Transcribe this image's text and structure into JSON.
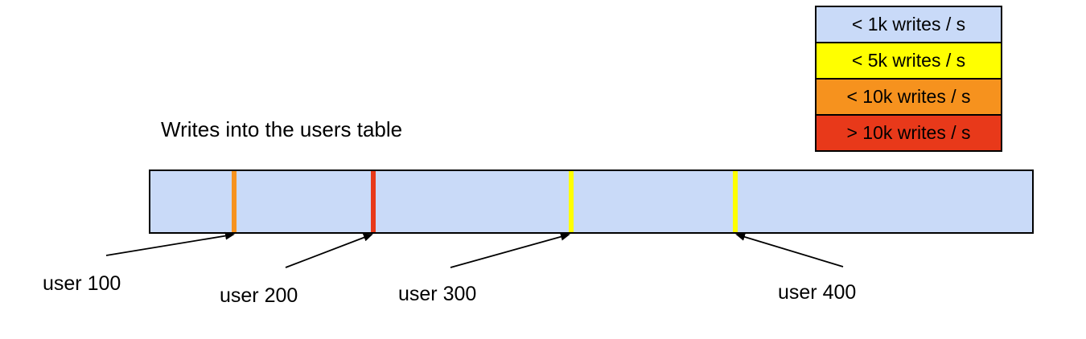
{
  "title": "Writes into the users table",
  "legend": {
    "items": [
      {
        "label": "< 1k writes / s",
        "color": "#C9DAF8"
      },
      {
        "label": "< 5k writes / s",
        "color": "#FFFF00"
      },
      {
        "label": "< 10k writes / s",
        "color": "#F6921E"
      },
      {
        "label": "> 10k writes / s",
        "color": "#E8391A"
      }
    ]
  },
  "bar": {
    "fill": "#C9DAF8",
    "border": "#000000"
  },
  "markers": [
    {
      "label": "user 100",
      "color": "#F6921E",
      "rate": "< 10k writes / s",
      "position_pct": 9.5
    },
    {
      "label": "user 200",
      "color": "#E8391A",
      "rate": "> 10k writes / s",
      "position_pct": 25.2
    },
    {
      "label": "user 300",
      "color": "#FFFF00",
      "rate": "< 5k writes / s",
      "position_pct": 47.6
    },
    {
      "label": "user 400",
      "color": "#FFFF00",
      "rate": "< 5k writes / s",
      "position_pct": 66.2
    }
  ]
}
